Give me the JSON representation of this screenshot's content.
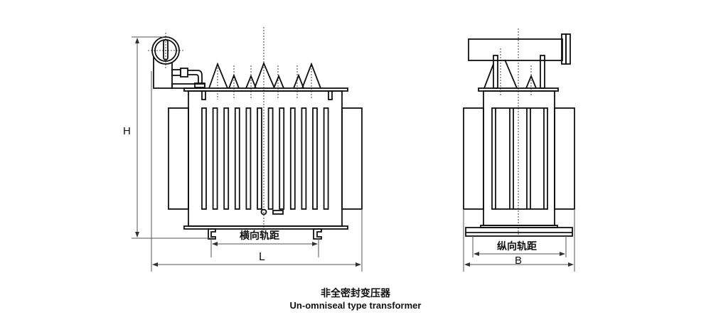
{
  "front_view": {
    "title": "Front view",
    "dim_height": "H",
    "dim_length": "L",
    "rail_label": "横向轨距",
    "fin_count": 12
  },
  "side_view": {
    "title": "Side view",
    "dim_width": "B",
    "rail_label": "纵向轨距"
  },
  "caption": {
    "chinese": "非全密封变压器",
    "english": "Un-omniseal type transformer"
  },
  "colors": {
    "line": "#111111",
    "dim_line": "#555555",
    "background": "#ffffff"
  }
}
